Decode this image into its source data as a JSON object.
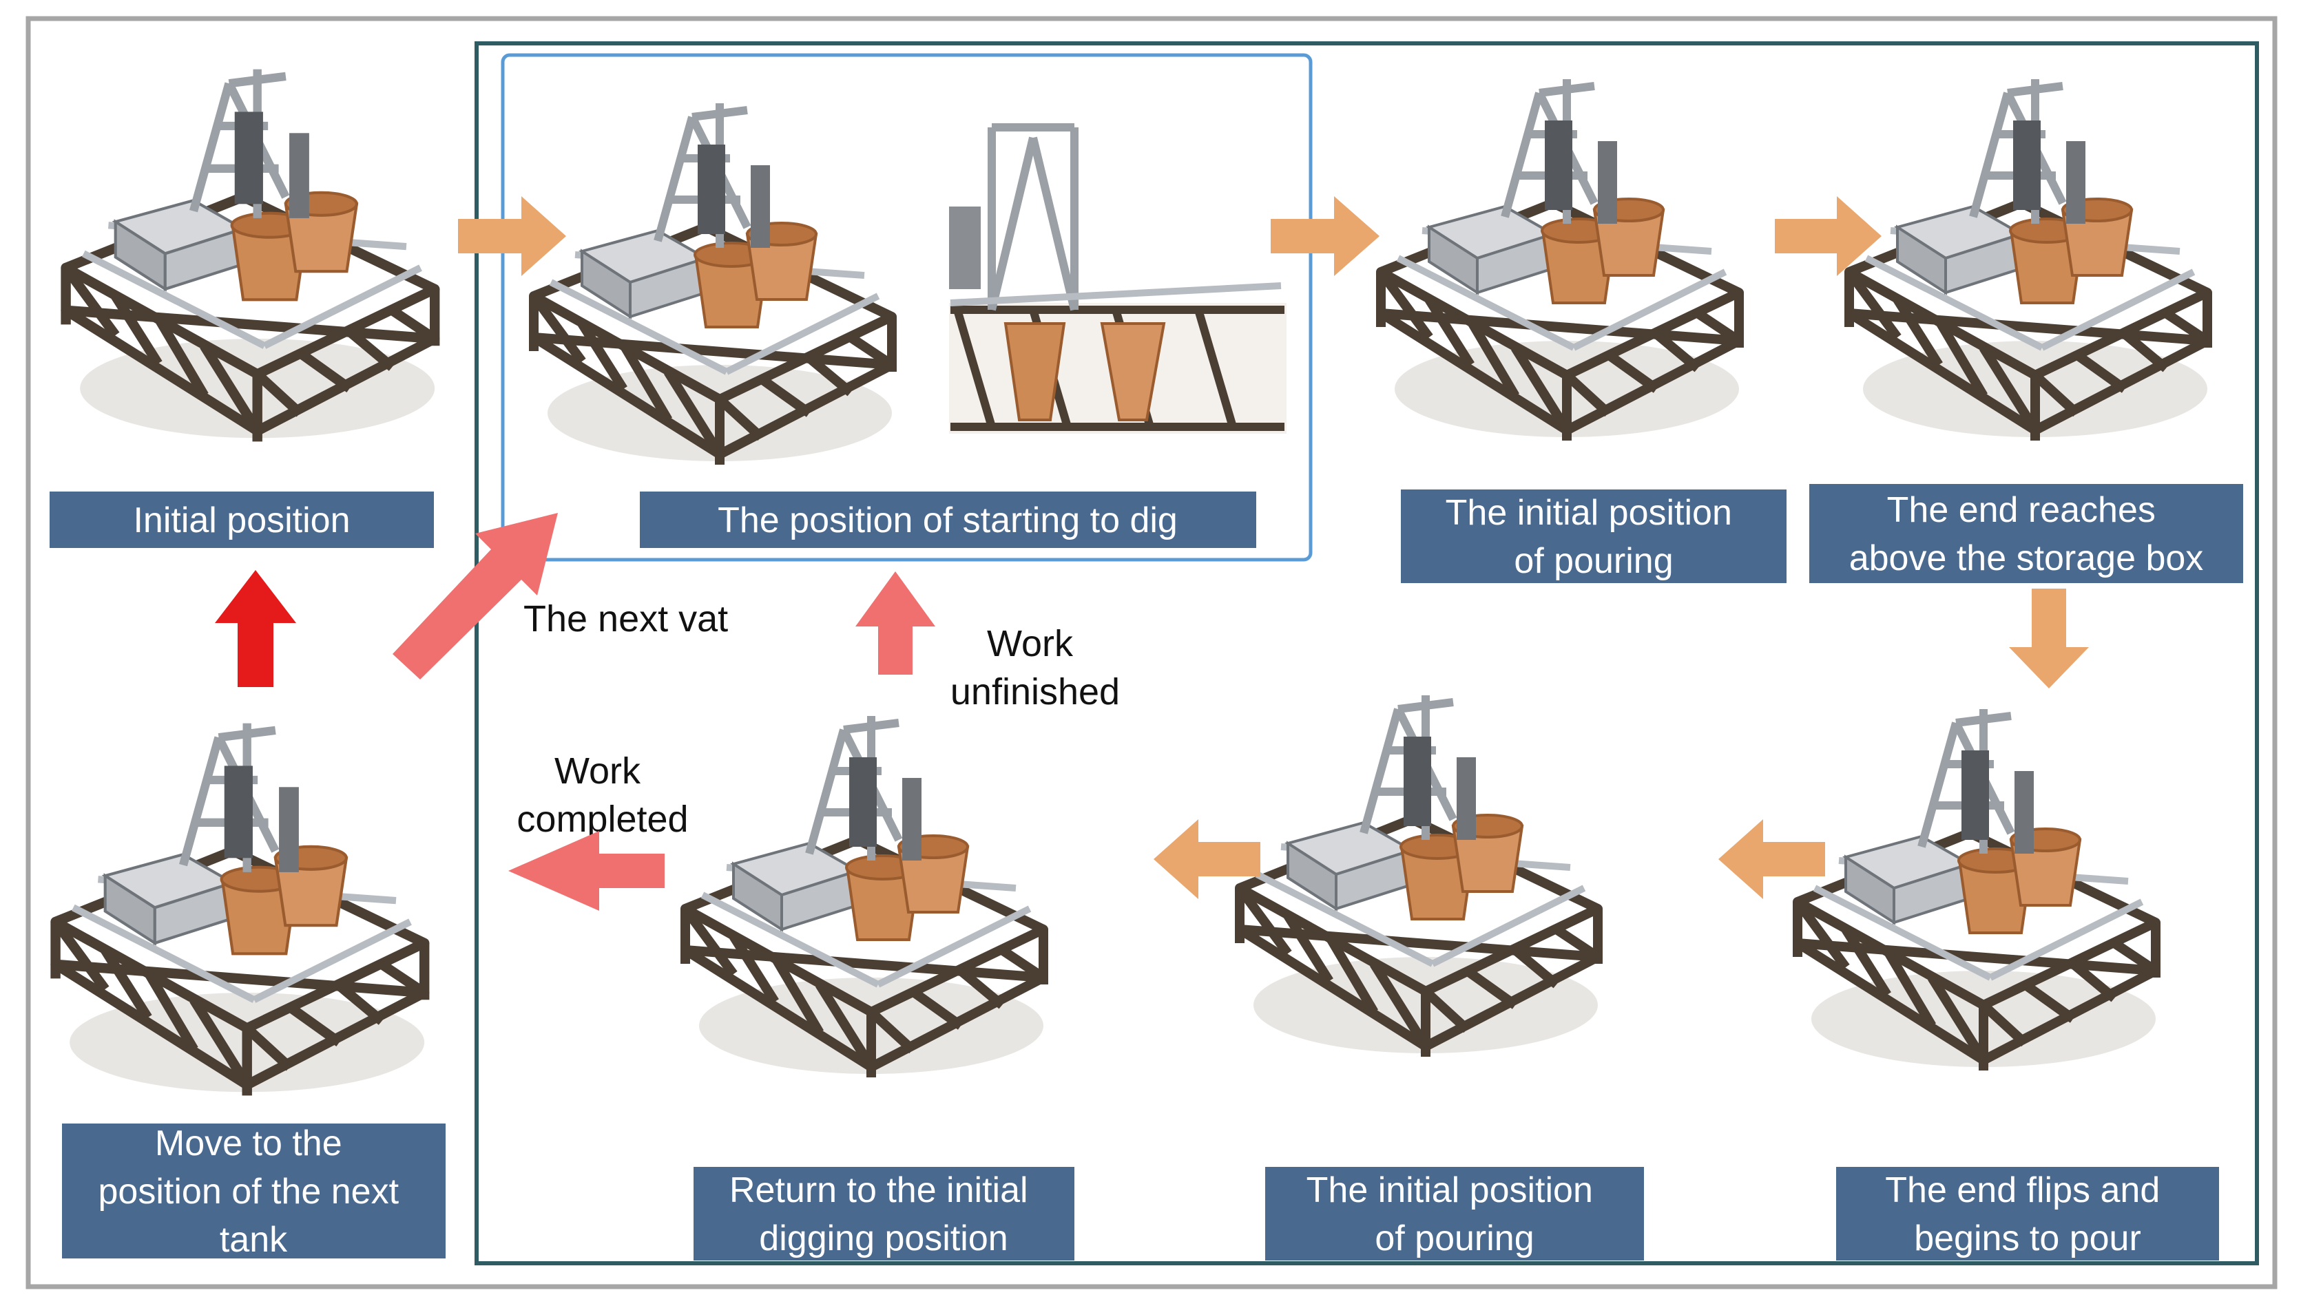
{
  "stages": {
    "initial_position": {
      "lines": [
        "Initial position"
      ]
    },
    "start_dig": {
      "lines": [
        "The position of starting to dig"
      ]
    },
    "pour_initial_top": {
      "lines": [
        "The initial position",
        "of pouring"
      ]
    },
    "end_reaches": {
      "lines": [
        "The end reaches",
        "above the storage box"
      ]
    },
    "end_flips": {
      "lines": [
        "The end flips and",
        "begins to pour"
      ]
    },
    "pour_initial_bottom": {
      "lines": [
        "The initial position",
        "of pouring"
      ]
    },
    "return_dig": {
      "lines": [
        "Return to the initial",
        "digging position"
      ]
    },
    "move_next": {
      "lines": [
        "Move to the",
        "position of the next",
        "tank"
      ]
    }
  },
  "annotations": {
    "next_vat": {
      "lines": [
        "The next vat"
      ]
    },
    "work_unfinished": {
      "lines": [
        "Work",
        "unfinished"
      ]
    },
    "work_completed": {
      "lines": [
        "Work",
        "completed"
      ]
    }
  },
  "colors": {
    "stage_label_bg": "#4a698f",
    "flow_arrow": "#e9a66d",
    "decision_arrow": "#f07070",
    "return_arrow": "#e51b1b",
    "outer_border": "#a6a6a6",
    "cycle_border": "#2f5c63",
    "dig_box_border": "#5b9bd5",
    "frame": "#4b3f33",
    "pot": "#cd8a55"
  }
}
